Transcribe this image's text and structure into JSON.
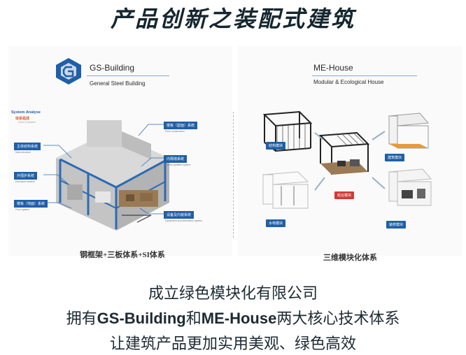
{
  "page": {
    "title": "产品创新之装配式建筑"
  },
  "left": {
    "brand": "GS-Building",
    "brand_sub": "General Steel Building",
    "system_title": "System Analyse",
    "system_sub": "体系组成",
    "system_sub_en": "Form of System",
    "tags": [
      {
        "label": "主体结构系统",
        "sub": "Main structure"
      },
      {
        "label": "外围护系统",
        "sub": "Enclosure system"
      },
      {
        "label": "楼板（地面）系统",
        "sub": "Floor system"
      },
      {
        "label": "楼板（屋面）系统",
        "sub": "Floor construction"
      },
      {
        "label": "内隔墙系统",
        "sub": "Interior partition system"
      },
      {
        "label": "设备及内装系统",
        "sub": "Equipment and decoration system"
      }
    ],
    "caption": "钢框架+三板体系+SI体系"
  },
  "right": {
    "brand": "ME-House",
    "brand_sub": "Modular & Ecological House",
    "tags": {
      "structure": "结构模块",
      "building": "建筑模块",
      "combined": "组合模块",
      "mep": "水电模块",
      "decoration": "装修模块"
    },
    "caption": "三维模块化体系"
  },
  "bottom": {
    "line1": "成立绿色模块化有限公司",
    "line2_pre": "拥有",
    "line2_b1": "GS-Building",
    "line2_mid": "和",
    "line2_b2": "ME-House",
    "line2_post": "两大核心技术体系",
    "line3": "让建筑产品更加实用美观、绿色高效"
  },
  "colors": {
    "accent": "#1f5fa7",
    "title": "#15262f",
    "highlight": "#d13a3a"
  }
}
